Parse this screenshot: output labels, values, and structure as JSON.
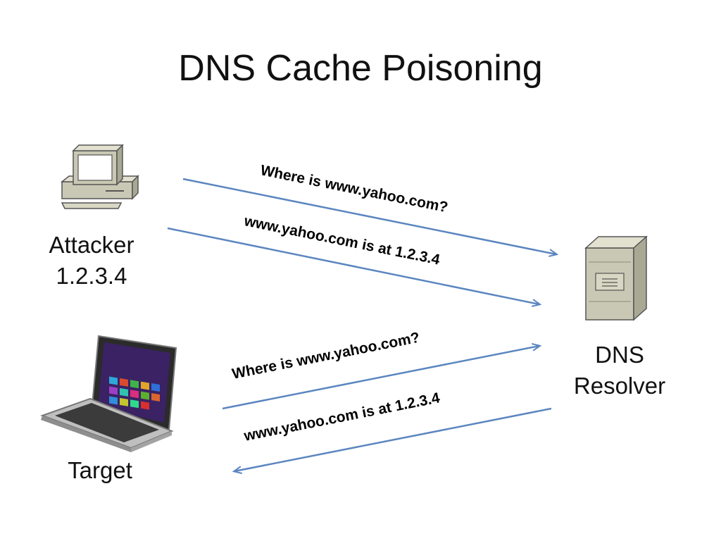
{
  "title": "DNS Cache Poisoning",
  "nodes": {
    "attacker": {
      "label": "Attacker",
      "ip": "1.2.3.4"
    },
    "resolver": {
      "line1": "DNS",
      "line2": "Resolver"
    },
    "target": {
      "label": "Target"
    }
  },
  "messages": {
    "attacker_query": "Where is www.yahoo.com?",
    "attacker_spoof": "www.yahoo.com is at 1.2.3.4",
    "target_query": "Where is www.yahoo.com?",
    "resolver_answer": "www.yahoo.com is at 1.2.3.4"
  },
  "colors": {
    "arrow": "#5b86c0",
    "computer_body": "#c9c8b4"
  }
}
